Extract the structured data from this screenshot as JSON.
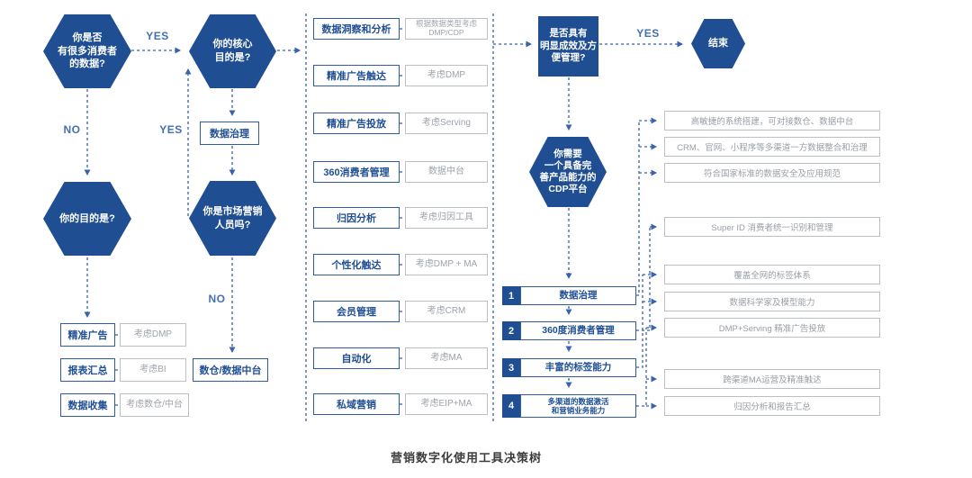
{
  "title": "营销数字化使用工具决策树",
  "nodes": {
    "q_have_data": "你是否\n有很多消费者\n的数据?",
    "q_core_purpose": "你的核心\n目的是?",
    "q_your_purpose": "你的目的是?",
    "q_marketer": "你是市场营销\n人员吗?",
    "data_governance": "数据治理",
    "q_effective": "是否具有\n明显成效及方\n便管理?",
    "end": "结束",
    "cdp_platform": "你需要\n一个具备完\n善产品能力的\nCDP平台"
  },
  "edge_labels": {
    "yes_top": "YES",
    "no_left": "NO",
    "yes_mid": "YES",
    "no_mid": "NO",
    "yes_right": "YES"
  },
  "left_outcomes": [
    {
      "label": "精准广告",
      "note": "考虑DMP"
    },
    {
      "label": "报表汇总",
      "note": "考虑BI"
    },
    {
      "label": "数据收集",
      "note": "考虑数仓/中台"
    }
  ],
  "warehouse_box": "数仓/数据中台",
  "middle_options": [
    {
      "option": "数据洞察和分析",
      "tool": "根据数据类型考虑\nDMP/CDP"
    },
    {
      "option": "精准广告触达",
      "tool": "考虑DMP"
    },
    {
      "option": "精准广告投放",
      "tool": "考虑Serving"
    },
    {
      "option": "360消费者管理",
      "tool": "数据中台"
    },
    {
      "option": "归因分析",
      "tool": "考虑归因工具"
    },
    {
      "option": "个性化触达",
      "tool": "考虑DMP + MA"
    },
    {
      "option": "会员管理",
      "tool": "考虑CRM"
    },
    {
      "option": "自动化",
      "tool": "考虑MA"
    },
    {
      "option": "私域营销",
      "tool": "考虑EIP+MA"
    }
  ],
  "steps": [
    {
      "num": "1",
      "label": "数据治理"
    },
    {
      "num": "2",
      "label": "360度消费者管理"
    },
    {
      "num": "3",
      "label": "丰富的标签能力"
    },
    {
      "num": "4",
      "label": "多渠道的数据激活\n和营销业务能力"
    }
  ],
  "capabilities": [
    "高敏捷的系统搭建，可对接数仓、数据中台",
    "CRM、官网、小程序等多渠道一方数据整合和治理",
    "符合国家标准的数据安全及应用规范",
    "Super ID 消费者统一识别和管理",
    "覆盖全网的标签体系",
    "数据科学家及模型能力",
    "DMP+Serving 精准广告投放",
    "跨渠道MA运营及精准触达",
    "归因分析和报告汇总"
  ],
  "colors": {
    "primary_blue": "#1F4E93",
    "line_blue": "#3A62AD",
    "gray_text": "#9CA2AA"
  }
}
